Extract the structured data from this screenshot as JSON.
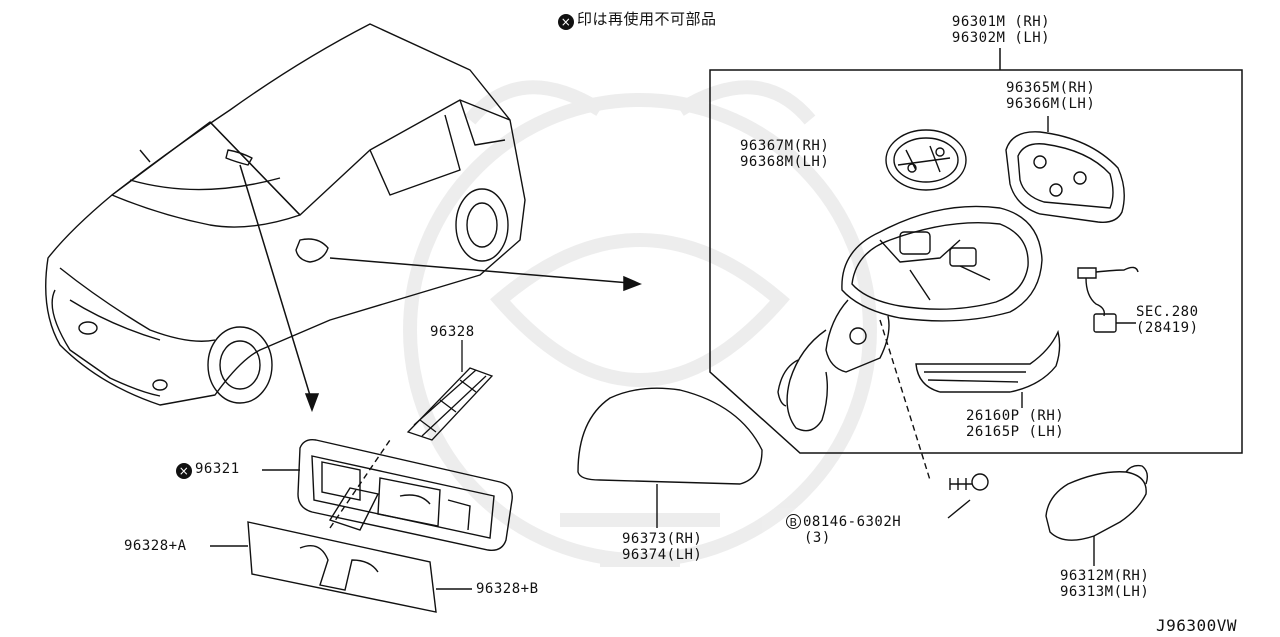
{
  "note": {
    "symbol": "×",
    "text": "印は再使用不可部品"
  },
  "diagram_code": "J96300VW",
  "callouts": {
    "mirror_assy": [
      "96301M (RH)",
      "96302M (LH)"
    ],
    "mirror_glass": [
      "96365M(RH)",
      "96366M(LH)"
    ],
    "actuator": [
      "96367M(RH)",
      "96368M(LH)"
    ],
    "sec": [
      "SEC.280",
      "(28419)"
    ],
    "turn_lamp": [
      "26160P (RH)",
      "26165P (LH)"
    ],
    "mirror_cover": [
      "96373(RH)",
      "96374(LH)"
    ],
    "bolt": {
      "symbol": "B",
      "part": "08146-6302H",
      "qty": "(3)"
    },
    "base_cover": [
      "96312M(RH)",
      "96313M(LH)"
    ],
    "clip": "96328",
    "inner_mirror": {
      "symbol": "×",
      "part": "96321"
    },
    "inner_cover_a": "96328+A",
    "inner_cover_b": "96328+B"
  },
  "colors": {
    "line": "#111111",
    "watermark": "#e9e9e9"
  }
}
